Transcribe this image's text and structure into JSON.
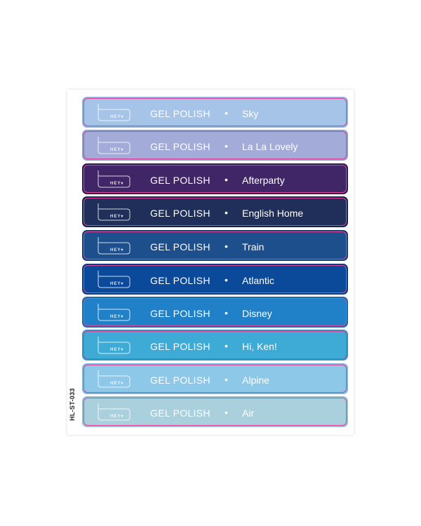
{
  "sheet_code": "HL-ST-033",
  "logo_text": "HEY",
  "product": "GEL POLISH",
  "separator": "•",
  "labels": [
    {
      "name": "Sky",
      "color": "#a5c4e8",
      "edge": "#8fb0de"
    },
    {
      "name": "La La Lovely",
      "color": "#a3acd8",
      "edge": "#8f9ad0"
    },
    {
      "name": "Afterparty",
      "color": "#402667",
      "edge": "#2f1b52"
    },
    {
      "name": "English Home",
      "color": "#1f2f5a",
      "edge": "#16234a"
    },
    {
      "name": "Train",
      "color": "#1d4f8c",
      "edge": "#153f76"
    },
    {
      "name": "Atlantic",
      "color": "#0b4a9a",
      "edge": "#083c82"
    },
    {
      "name": "Disney",
      "color": "#2080c8",
      "edge": "#186db2"
    },
    {
      "name": "Hi, Ken!",
      "color": "#3eaad6",
      "edge": "#2c96c4"
    },
    {
      "name": "Alpine",
      "color": "#8ec8e8",
      "edge": "#76b6de"
    },
    {
      "name": "Air",
      "color": "#a9d0dc",
      "edge": "#8fc0d2"
    }
  ]
}
